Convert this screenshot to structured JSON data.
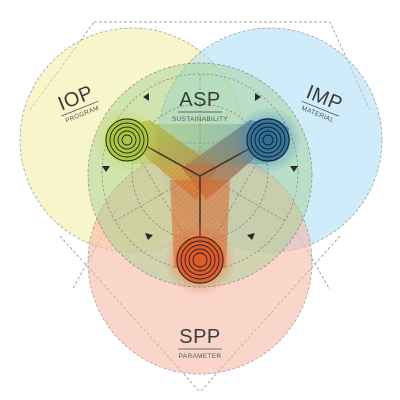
{
  "labels": {
    "iop": {
      "title": "IOP",
      "subtitle": "PROGRAM"
    },
    "asp": {
      "title": "ASP",
      "subtitle": "SUSTAINABILITY"
    },
    "imp": {
      "title": "IMP",
      "subtitle": "MATERIAL"
    },
    "spp": {
      "title": "SPP",
      "subtitle": "PARAMETER"
    }
  },
  "colors": {
    "iop": "#f3ec9e",
    "imp": "#a9dcf5",
    "spp": "#f6b39e",
    "asp": "#9fd08f",
    "node_iop": "#a6c63b",
    "node_imp": "#2e6f9a",
    "node_spp": "#e05a28"
  }
}
